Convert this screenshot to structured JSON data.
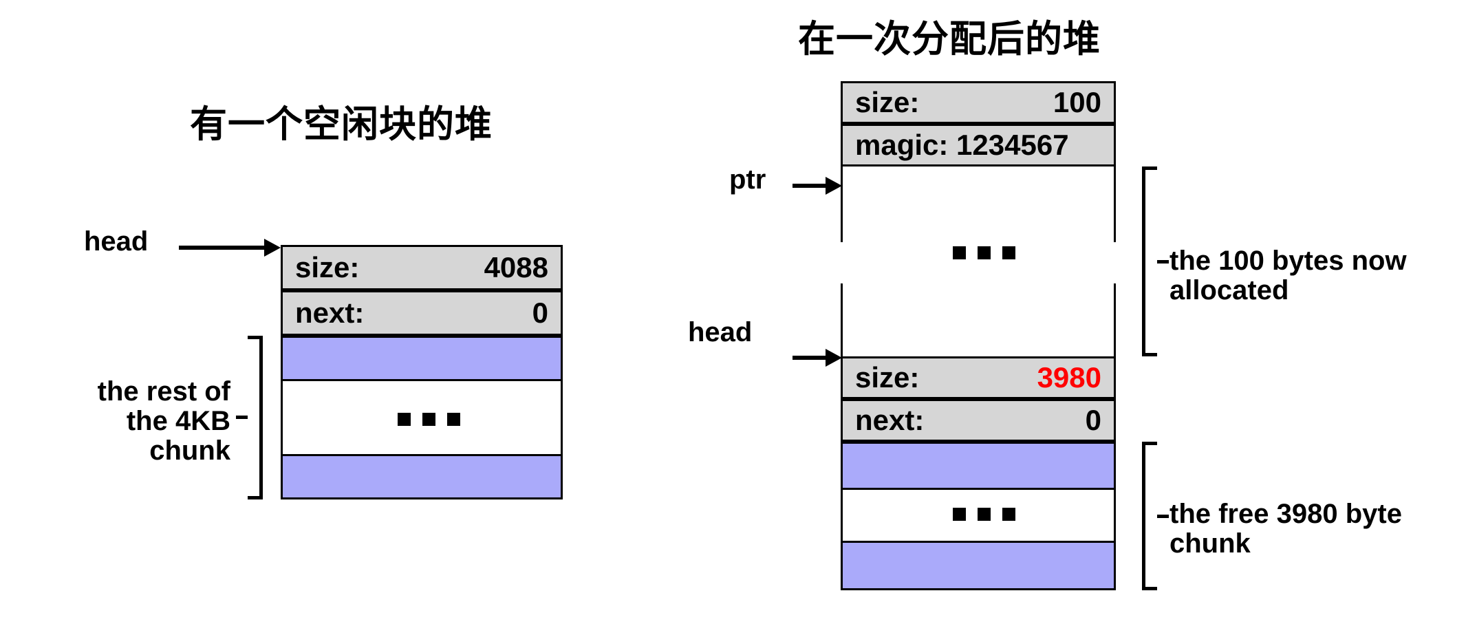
{
  "colors": {
    "header_fill": "#d6d6d6",
    "payload_fill": "#aaaafa",
    "stroke": "#000000",
    "highlight": "#ff0000",
    "background": "#ffffff"
  },
  "left_diagram": {
    "title": "有一个空闲块的堆",
    "pointer_label": "head",
    "bracket_label_lines": [
      "the rest of",
      "the 4KB",
      "chunk"
    ],
    "bracket_label": "the rest of the 4KB chunk",
    "rows": [
      {
        "key": "size:",
        "value": "4088",
        "fill": "header"
      },
      {
        "key": "next:",
        "value": "0",
        "fill": "header"
      }
    ],
    "payload_blocks": [
      "payload-top",
      "payload-bottom"
    ],
    "ellipsis": "..."
  },
  "right_diagram": {
    "title": "在一次分配后的堆",
    "pointer_labels": [
      "ptr",
      "head"
    ],
    "allocated_bracket_label_lines": [
      "the 100 bytes now",
      "allocated"
    ],
    "allocated_bracket_label": "the 100 bytes now allocated",
    "free_bracket_label_lines": [
      "the free 3980 byte",
      "chunk"
    ],
    "free_bracket_label": "the free 3980 byte chunk",
    "allocated_header_rows": [
      {
        "key": "size:",
        "value": "100",
        "fill": "header"
      },
      {
        "key": "magic:",
        "value": "1234567",
        "fill": "header",
        "inline": "magic: 1234567"
      }
    ],
    "free_header_rows": [
      {
        "key": "size:",
        "value": "3980",
        "fill": "header",
        "value_color": "#ff0000"
      },
      {
        "key": "next:",
        "value": "0",
        "fill": "header"
      }
    ],
    "ellipsis": "..."
  }
}
